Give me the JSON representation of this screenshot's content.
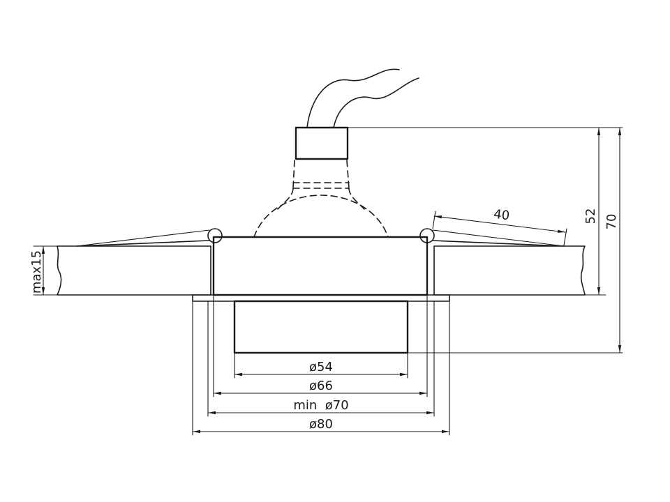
{
  "dimensions": {
    "max_depth": "max15",
    "angle_len": "40",
    "height_52": "52",
    "height_70": "70",
    "dia_54": "ø54",
    "dia_66": "ø66",
    "dia_70": "min  ø70",
    "dia_80": "ø80"
  }
}
